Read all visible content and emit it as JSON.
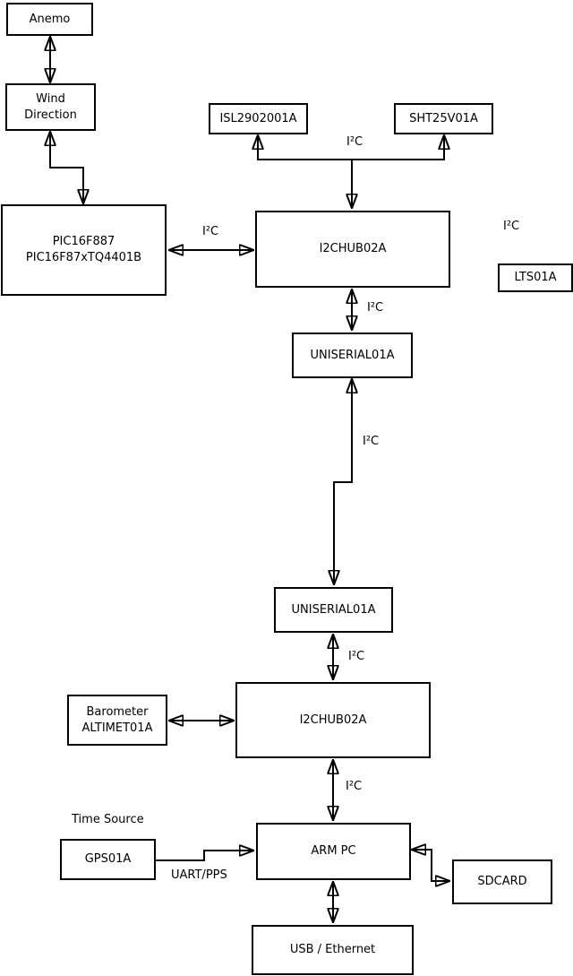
{
  "diagram": {
    "nodes": {
      "anemo": {
        "label": "Anemo"
      },
      "wind_direction": {
        "label_line1": "Wind",
        "label_line2": "Direction"
      },
      "pic": {
        "label_line1": "PIC16F887",
        "label_line2": "PIC16F87xTQ4401B"
      },
      "isl": {
        "label": "ISL2902001A"
      },
      "sht": {
        "label": "SHT25V01A"
      },
      "i2c_hub_top": {
        "label": "I2CHUB02A"
      },
      "lts": {
        "label": "LTS01A"
      },
      "uniserial_top": {
        "label": "UNISERIAL01A"
      },
      "uniserial_bottom": {
        "label": "UNISERIAL01A"
      },
      "i2c_hub_bottom": {
        "label": "I2CHUB02A"
      },
      "barometer": {
        "label_line1": "Barometer",
        "label_line2": "ALTIMET01A"
      },
      "gps": {
        "label": "GPS01A"
      },
      "arm_pc": {
        "label": "ARM PC"
      },
      "sdcard": {
        "label": "SDCARD"
      },
      "usb_ethernet": {
        "label": "USB / Ethernet"
      }
    },
    "labels": {
      "i2c_sensor_bus": "I²C",
      "i2c_pic_bus": "I²C",
      "i2c_lts_bus": "I²C",
      "i2c_hub_serial": "I²C",
      "i2c_serial_link": "I²C",
      "i2c_serial_hub2": "I²C",
      "i2c_hub2_arm": "I²C",
      "time_source": "Time Source",
      "uart_pps": "UART/PPS"
    },
    "colors": {
      "line": "#000000",
      "box_border": "#000000",
      "box_fill": "#ffffff",
      "background": "#ffffff",
      "text": "#000000"
    }
  }
}
